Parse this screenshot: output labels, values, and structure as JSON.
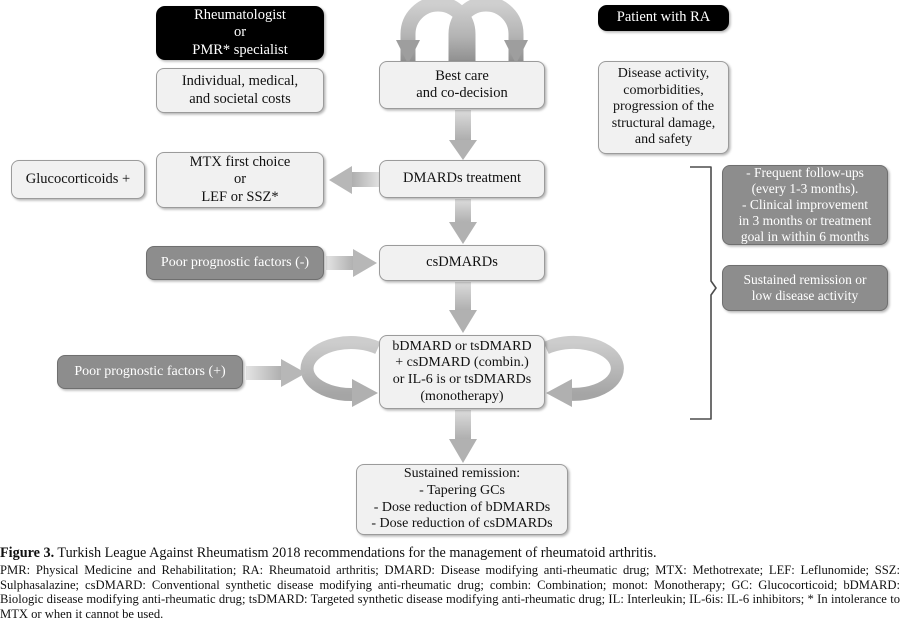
{
  "figure": {
    "nodes": {
      "rheumatologist": "Rheumatologist\nor\nPMR* specialist",
      "costs": "Individual, medical,\nand societal costs",
      "best_care": "Best care\nand co-decision",
      "patient": "Patient with RA",
      "disease_activity": "Disease activity,\ncomorbidities,\nprogression of the\nstructural damage,\nand safety",
      "glucocorticoids": "Glucocorticoids +",
      "mtx": "MTX first choice\nor\nLEF or SSZ*",
      "dmards_treatment": "DMARDs treatment",
      "poor_prognostic_neg": "Poor prognostic factors (-)",
      "csdmards": "csDMARDs",
      "followup": "- Frequent follow-ups\n(every 1-3 months).\n- Clinical improvement\nin 3 months or treatment\ngoal in within 6 months",
      "sustained_remission": "Sustained remission or\nlow disease activity",
      "poor_prognostic_pos": "Poor prognostic factors (+)",
      "bdmard": "bDMARD or tsDMARD\n+  csDMARD (combin.)\nor IL-6 is or tsDMARDs\n(monotherapy)",
      "final": "Sustained remission:\n- Tapering GCs\n- Dose reduction of bDMARDs\n- Dose reduction of csDMARDs"
    },
    "colors": {
      "dark_box": "#000000",
      "light_box": "#f1f1f1",
      "gray_box": "#8d8d8d",
      "border": "#9b9b9b",
      "arrow": "#b9b9b9",
      "arrow_dark": "#9a9a9a",
      "bracket": "#4d4d4d"
    }
  },
  "caption": {
    "label": "Figure 3.",
    "title": "Turkish League Against Rheumatism 2018 recommendations for the management of rheumatoid arthritis.",
    "abbreviations": "PMR: Physical Medicine and Rehabilitation; RA: Rheumatoid arthritis; DMARD: Disease modifying anti-rheumatic drug; MTX: Methotrexate; LEF: Leflunomide; SSZ: Sulphasalazine; csDMARD: Conventional synthetic disease modifying anti-rheumatic drug; combin: Combination; monot: Monotherapy; GC: Glucocorticoid; bDMARD: Biologic disease modifying anti-rheumatic drug; tsDMARD: Targeted synthetic disease modifying anti-rheumatic drug; IL: Interleukin; IL-6is: IL-6 inhibitors; * In intolerance to MTX or when it cannot be used."
  }
}
